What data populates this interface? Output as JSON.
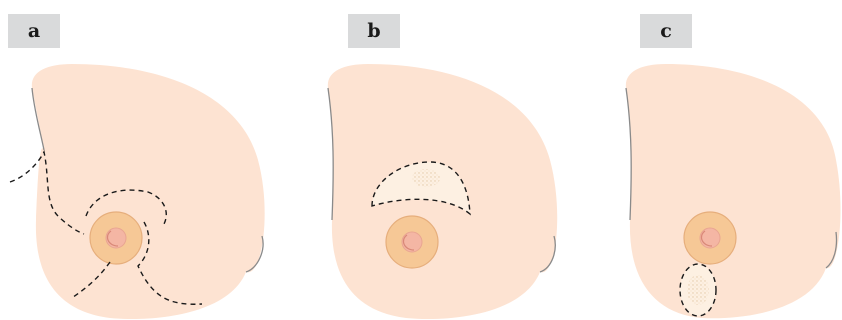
{
  "panels": [
    {
      "id": "a",
      "label": "a"
    },
    {
      "id": "b",
      "label": "b"
    },
    {
      "id": "c",
      "label": "c"
    }
  ],
  "colors": {
    "skin": "#fde3d2",
    "skin_outline": "#8a8a8a",
    "areola": "#f6c896",
    "areola_outline": "#e6ae7c",
    "nipple": "#f4b6a4",
    "nipple_line": "#d98878",
    "label_bg": "#d9dadb",
    "dash": "#1a1a1a",
    "lesion": "#fdf0e2",
    "lesion_speckle": "#e8cfae"
  }
}
